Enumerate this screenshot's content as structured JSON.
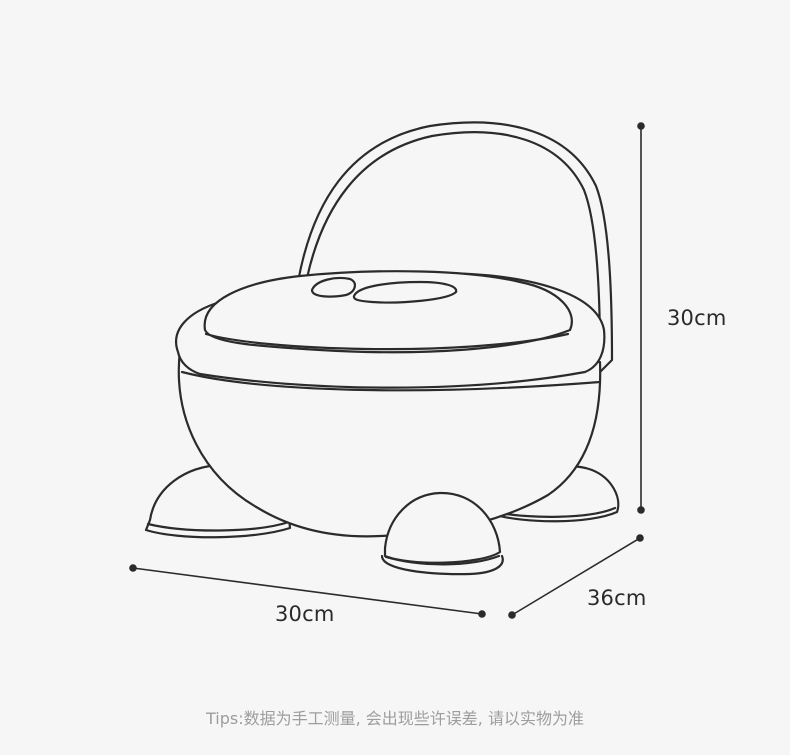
{
  "dimensions": {
    "height_label": "30cm",
    "depth_label": "36cm",
    "width_label": "30cm"
  },
  "tips": "Tips:数据为手工测量, 会出现些许误差, 请以实物为准",
  "colors": {
    "background": "#f6f6f6",
    "line": "#2b2b2b",
    "tips_text": "#9d9d9d"
  }
}
